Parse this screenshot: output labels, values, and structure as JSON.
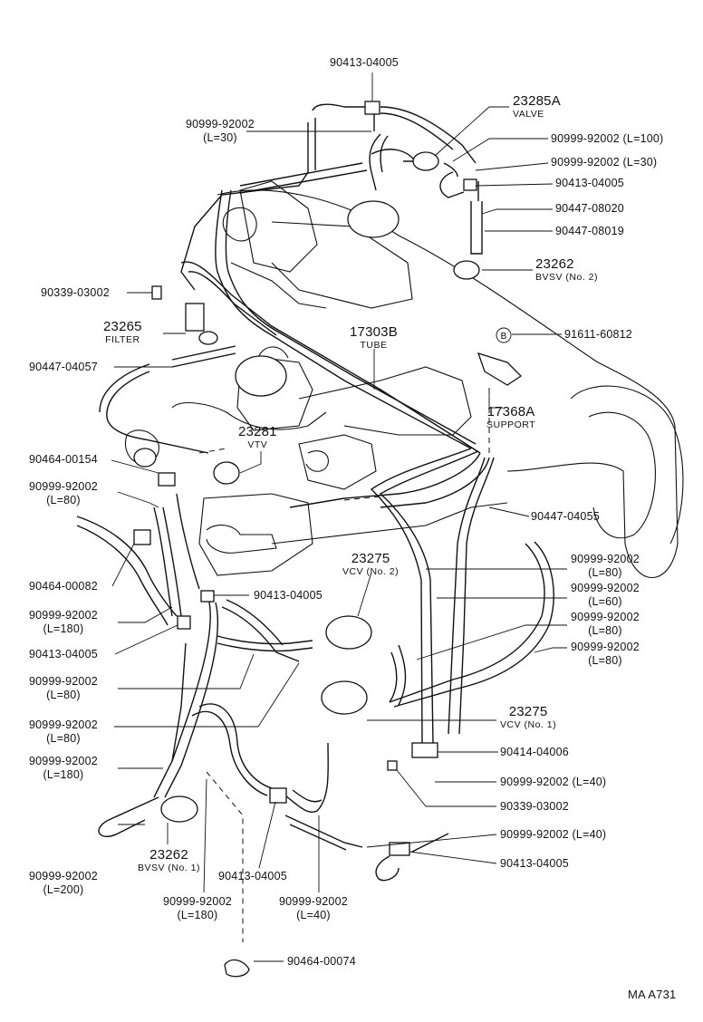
{
  "diagram_id": "MA  A731",
  "labels": {
    "l01": {
      "n": "90413-04005"
    },
    "l02": {
      "n": "23285A",
      "s": "VALVE"
    },
    "l03": {
      "n": "90999-92002",
      "s": "(L=30)"
    },
    "l04": {
      "n": "90999-92002 (L=100)"
    },
    "l05": {
      "n": "90999-92002 (L=30)"
    },
    "l06": {
      "n": "90413-04005"
    },
    "l07": {
      "n": "90447-08020"
    },
    "l08": {
      "n": "90447-08019"
    },
    "l09": {
      "n": "23262",
      "s": "BVSV (No. 2)"
    },
    "l10": {
      "n": "90339-03002"
    },
    "l11": {
      "n": "23265",
      "s": "FILTER"
    },
    "l12": {
      "n": "17303B",
      "s": "TUBE"
    },
    "l13": {
      "n": "91611-60812"
    },
    "l14": {
      "n": "90447-04057"
    },
    "l15": {
      "n": "17368A",
      "s": "SUPPORT"
    },
    "l16": {
      "n": "23281",
      "s": "VTV"
    },
    "l17": {
      "n": "90464-00154"
    },
    "l18": {
      "n": "90999-92002",
      "s": "(L=80)"
    },
    "l19": {
      "n": "90447-04055"
    },
    "l20": {
      "n": "90464-00082"
    },
    "l21": {
      "n": "23275",
      "s": "VCV (No. 2)"
    },
    "l22": {
      "n": "90999-92002",
      "s": "(L=80)"
    },
    "l23": {
      "n": "90413-04005"
    },
    "l24": {
      "n": "90999-92002",
      "s": "(L=60)"
    },
    "l25": {
      "n": "90999-92002",
      "s": "(L=180)"
    },
    "l26": {
      "n": "90999-92002",
      "s": "(L=80)"
    },
    "l27": {
      "n": "90413-04005"
    },
    "l28": {
      "n": "90999-92002",
      "s": "(L=80)"
    },
    "l29": {
      "n": "90999-92002",
      "s": "(L=80)"
    },
    "l30": {
      "n": "23275",
      "s": "VCV (No. 1)"
    },
    "l31": {
      "n": "90999-92002",
      "s": "(L=80)"
    },
    "l32": {
      "n": "90414-04006"
    },
    "l33": {
      "n": "90999-92002",
      "s": "(L=180)"
    },
    "l34": {
      "n": "90999-92002 (L=40)"
    },
    "l35": {
      "n": "90339-03002"
    },
    "l36": {
      "n": "90999-92002 (L=40)"
    },
    "l37": {
      "n": "90413-04005"
    },
    "l38": {
      "n": "90999-92002",
      "s": "(L=200)"
    },
    "l39": {
      "n": "23262",
      "s": "BVSV (No. 1)"
    },
    "l40": {
      "n": "90413-04005"
    },
    "l41": {
      "n": "90999-92002",
      "s": "(L=180)"
    },
    "l42": {
      "n": "90999-92002",
      "s": "(L=40)"
    },
    "l43": {
      "n": "90464-00074"
    }
  },
  "callout_marker": "B"
}
